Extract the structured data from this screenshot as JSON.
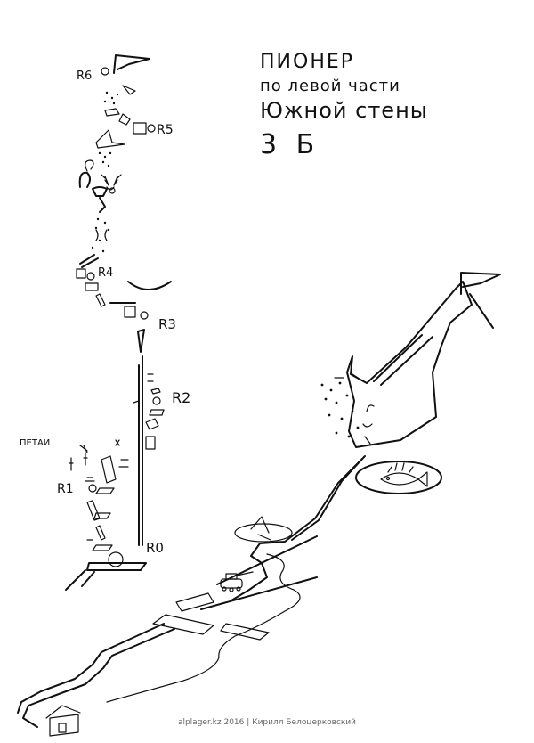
{
  "title": {
    "line1": "ПИОНЕР",
    "line2": "по левой части",
    "line3": "Южной стены",
    "grade": "3 Б"
  },
  "labels": {
    "r0": "R0",
    "r1": "R1",
    "r2": "R2",
    "r3": "R3",
    "r4": "R4",
    "r5": "R5",
    "r6": "R6",
    "loops": "ПЕТАИ"
  },
  "footer": {
    "site": "alplager.kz 2016",
    "separator": "|",
    "author": "Кирилл Белоцерковский"
  },
  "colors": {
    "ink": "#111111",
    "footer_text": "#666666",
    "background": "#ffffff"
  }
}
